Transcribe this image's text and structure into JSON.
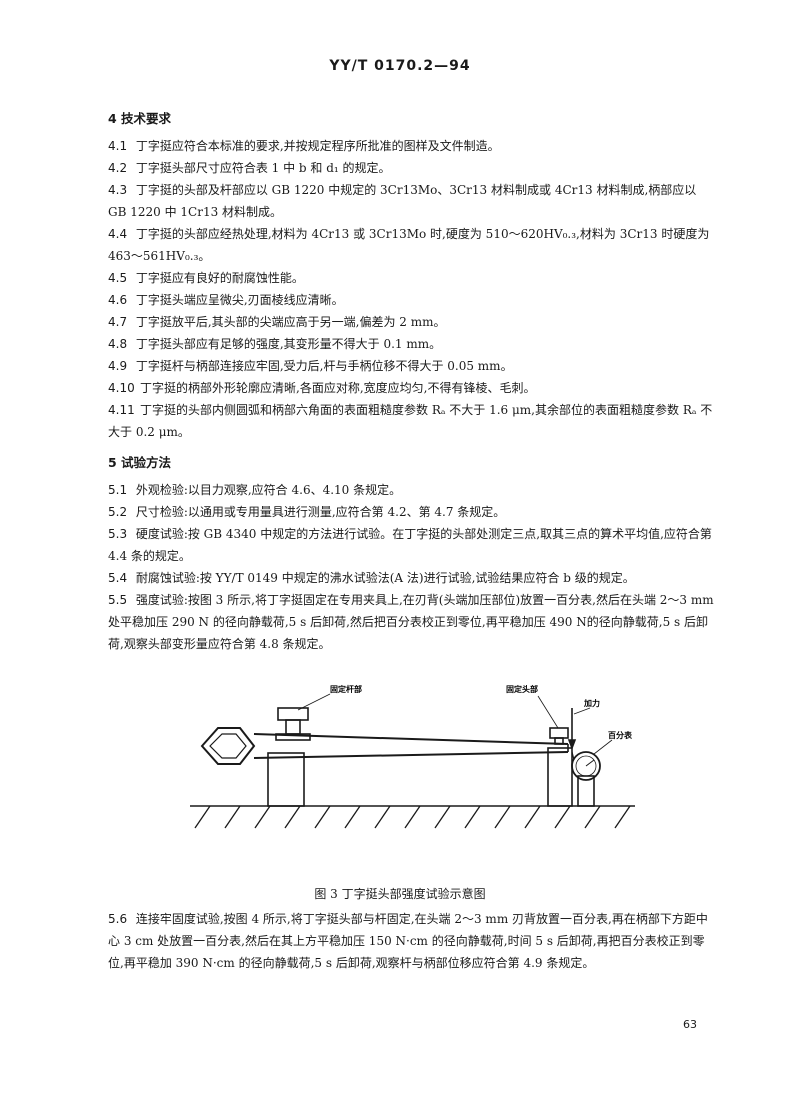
{
  "header": {
    "standard_code": "YY/T 0170.2—94"
  },
  "section4": {
    "heading": "4  技术要求",
    "items": [
      {
        "num": "4.1",
        "text": "丁字挺应符合本标准的要求,并按规定程序所批准的图样及文件制造。"
      },
      {
        "num": "4.2",
        "text": "丁字挺头部尺寸应符合表 1 中 b 和 d₁ 的规定。"
      },
      {
        "num": "4.3",
        "text": "丁字挺的头部及杆部应以 GB 1220 中规定的 3Cr13Mo、3Cr13 材料制成或 4Cr13 材料制成,柄部应以 GB 1220 中 1Cr13 材料制成。"
      },
      {
        "num": "4.4",
        "text": "丁字挺的头部应经热处理,材料为 4Cr13 或 3Cr13Mo 时,硬度为 510～620HV₀.₃,材料为 3Cr13 时硬度为 463～561HV₀.₃。"
      },
      {
        "num": "4.5",
        "text": "丁字挺应有良好的耐腐蚀性能。"
      },
      {
        "num": "4.6",
        "text": "丁字挺头端应呈微尖,刃面棱线应清晰。"
      },
      {
        "num": "4.7",
        "text": "丁字挺放平后,其头部的尖端应高于另一端,偏差为 2 mm。"
      },
      {
        "num": "4.8",
        "text": "丁字挺头部应有足够的强度,其变形量不得大于 0.1 mm。"
      },
      {
        "num": "4.9",
        "text": "丁字挺杆与柄部连接应牢固,受力后,杆与手柄位移不得大于 0.05 mm。"
      },
      {
        "num": "4.10",
        "text": "丁字挺的柄部外形轮廓应清晰,各面应对称,宽度应均匀,不得有锋棱、毛刺。"
      },
      {
        "num": "4.11",
        "text": "丁字挺的头部内侧圆弧和柄部六角面的表面粗糙度参数 Rₐ 不大于 1.6 μm,其余部位的表面粗糙度参数 Rₐ 不大于 0.2 μm。"
      }
    ]
  },
  "section5": {
    "heading": "5  试验方法",
    "items": [
      {
        "num": "5.1",
        "text": "外观检验:以目力观察,应符合 4.6、4.10 条规定。"
      },
      {
        "num": "5.2",
        "text": "尺寸检验:以通用或专用量具进行测量,应符合第 4.2、第 4.7 条规定。"
      },
      {
        "num": "5.3",
        "text": "硬度试验:按 GB 4340 中规定的方法进行试验。在丁字挺的头部处测定三点,取其三点的算术平均值,应符合第 4.4 条的规定。"
      },
      {
        "num": "5.4",
        "text": "耐腐蚀试验:按 YY/T 0149 中规定的沸水试验法(A 法)进行试验,试验结果应符合 b 级的规定。"
      },
      {
        "num": "5.5",
        "text": "强度试验:按图 3 所示,将丁字挺固定在专用夹具上,在刃背(头端加压部位)放置一百分表,然后在头端 2～3 mm 处平稳加压 290 N 的径向静载荷,5 s 后卸荷,然后把百分表校正到零位,再平稳加压 490 N的径向静载荷,5 s 后卸荷,观察头部变形量应符合第 4.8 条规定。"
      },
      {
        "num": "5.6",
        "text": "连接牢固度试验,按图 4 所示,将丁字挺头部与杆固定,在头端 2～3 mm 刃背放置一百分表,再在柄部下方距中心 3 cm 处放置一百分表,然后在其上方平稳加压 150 N·cm 的径向静载荷,时间 5 s 后卸荷,再把百分表校正到零位,再平稳加 390 N·cm 的径向静载荷,5 s 后卸荷,观察杆与柄部位移应符合第 4.9 条规定。"
      }
    ]
  },
  "figure3": {
    "labels": {
      "fixed_rod": "固定杆部",
      "fixed_head": "固定头部",
      "force": "加力",
      "dial": "百分表"
    },
    "caption": "图 3   丁字挺头部强度试验示意图"
  },
  "page_number": "63"
}
